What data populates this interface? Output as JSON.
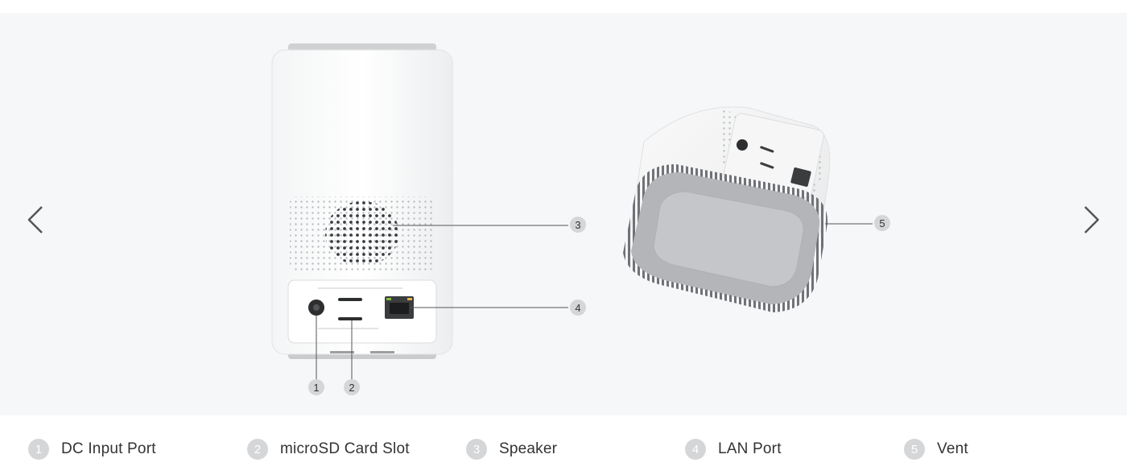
{
  "callouts": [
    {
      "num": "1",
      "label": "DC Input Port"
    },
    {
      "num": "2",
      "label": "microSD Card Slot"
    },
    {
      "num": "3",
      "label": "Speaker"
    },
    {
      "num": "4",
      "label": "LAN Port"
    },
    {
      "num": "5",
      "label": "Vent"
    }
  ],
  "icons": {
    "prev": "chevron-left-icon",
    "next": "chevron-right-icon"
  }
}
